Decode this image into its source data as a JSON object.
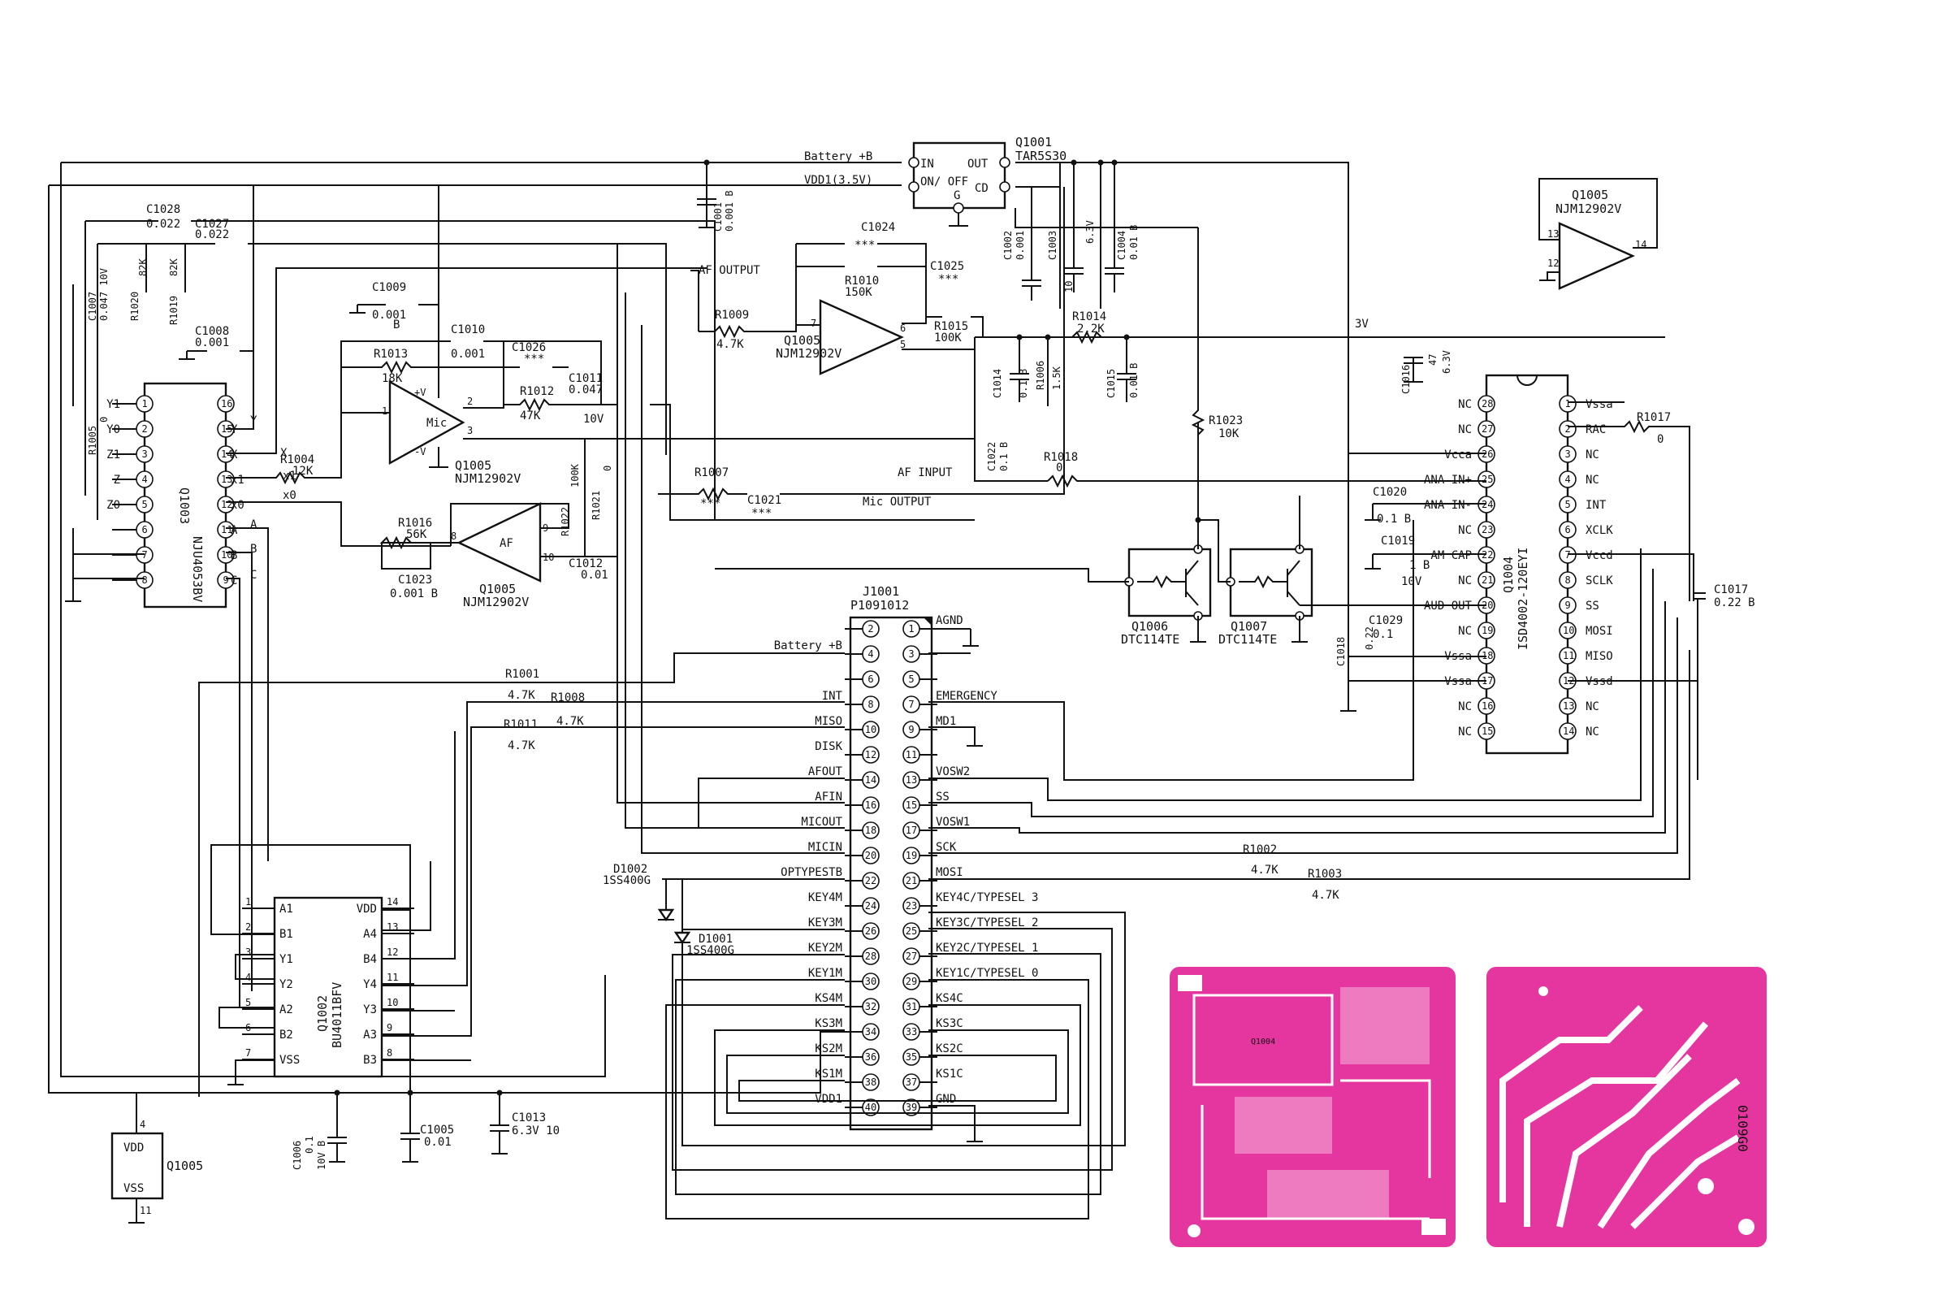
{
  "regulator": {
    "ref": "Q1001",
    "part": "TAR5S30",
    "pins": {
      "in": "IN",
      "onoff": "ON/\nOFF",
      "out": "OUT",
      "cd": "CD",
      "g": "G"
    }
  },
  "nets": {
    "battery": "Battery +B",
    "vdd1": "VDD1(3.5V)",
    "af_output": "AF OUTPUT",
    "af_input": "AF INPUT",
    "mic_output": "Mic OUTPUT",
    "v3": "3V"
  },
  "opamps": {
    "mic": {
      "ref": "Q1005",
      "part": "NJM12902V",
      "label": "Mic",
      "vplus": "+V",
      "vminus": "-V"
    },
    "af": {
      "ref": "Q1005",
      "part": "NJM12902V",
      "label": "AF"
    },
    "mid": {
      "ref": "Q1005",
      "part": "NJM12902V"
    },
    "spare": {
      "ref": "Q1005",
      "part": "NJM12902V"
    },
    "power": {
      "ref": "Q1005",
      "vdd": "VDD",
      "vss": "VSS",
      "pin_vdd": "4",
      "pin_vss": "11"
    }
  },
  "mux": {
    "ref": "Q1003",
    "part": "NJU4053BV",
    "left_pins": [
      {
        "n": "1",
        "name": "Y1"
      },
      {
        "n": "2",
        "name": "Y0"
      },
      {
        "n": "3",
        "name": "Z1"
      },
      {
        "n": "4",
        "name": "Z"
      },
      {
        "n": "5",
        "name": "Z0"
      },
      {
        "n": "6",
        "name": ""
      },
      {
        "n": "7",
        "name": ""
      },
      {
        "n": "8",
        "name": ""
      }
    ],
    "right_pins": [
      {
        "n": "16",
        "name": ""
      },
      {
        "n": "15",
        "name": "Y"
      },
      {
        "n": "14",
        "name": "X"
      },
      {
        "n": "13",
        "name": "x1"
      },
      {
        "n": "12",
        "name": "x0"
      },
      {
        "n": "11",
        "name": "A"
      },
      {
        "n": "10",
        "name": "B"
      },
      {
        "n": "9",
        "name": "C"
      }
    ]
  },
  "logic": {
    "ref": "Q1002",
    "part": "BU4011BFV",
    "left_pins": [
      {
        "n": "1",
        "name": "A1"
      },
      {
        "n": "2",
        "name": "B1"
      },
      {
        "n": "3",
        "name": "Y1"
      },
      {
        "n": "4",
        "name": "Y2"
      },
      {
        "n": "5",
        "name": "A2"
      },
      {
        "n": "6",
        "name": "B2"
      },
      {
        "n": "7",
        "name": "VSS"
      }
    ],
    "right_pins": [
      {
        "n": "14",
        "name": "VDD"
      },
      {
        "n": "13",
        "name": "A4"
      },
      {
        "n": "12",
        "name": "B4"
      },
      {
        "n": "11",
        "name": "Y4"
      },
      {
        "n": "10",
        "name": "Y3"
      },
      {
        "n": "9",
        "name": "A3"
      },
      {
        "n": "8",
        "name": "B3"
      }
    ]
  },
  "connector": {
    "ref": "J1001",
    "part": "P1091012",
    "rows": [
      {
        "l": "",
        "ln": "2",
        "rn": "1",
        "r": "AGND"
      },
      {
        "l": "Battery +B",
        "ln": "4",
        "rn": "3",
        "r": ""
      },
      {
        "l": "",
        "ln": "6",
        "rn": "5",
        "r": ""
      },
      {
        "l": "INT",
        "ln": "8",
        "rn": "7",
        "r": "EMERGENCY"
      },
      {
        "l": "MISO",
        "ln": "10",
        "rn": "9",
        "r": "MD1"
      },
      {
        "l": "DISK",
        "ln": "12",
        "rn": "11",
        "r": ""
      },
      {
        "l": "AFOUT",
        "ln": "14",
        "rn": "13",
        "r": "VOSW2"
      },
      {
        "l": "AFIN",
        "ln": "16",
        "rn": "15",
        "r": "SS"
      },
      {
        "l": "MICOUT",
        "ln": "18",
        "rn": "17",
        "r": "VOSW1"
      },
      {
        "l": "MICIN",
        "ln": "20",
        "rn": "19",
        "r": "SCK"
      },
      {
        "l": "OPTYPESTB",
        "ln": "22",
        "rn": "21",
        "r": "MOSI"
      },
      {
        "l": "KEY4M",
        "ln": "24",
        "rn": "23",
        "r": "KEY4C/TYPESEL 3"
      },
      {
        "l": "KEY3M",
        "ln": "26",
        "rn": "25",
        "r": "KEY3C/TYPESEL 2"
      },
      {
        "l": "KEY2M",
        "ln": "28",
        "rn": "27",
        "r": "KEY2C/TYPESEL 1"
      },
      {
        "l": "KEY1M",
        "ln": "30",
        "rn": "29",
        "r": "KEY1C/TYPESEL 0"
      },
      {
        "l": "KS4M",
        "ln": "32",
        "rn": "31",
        "r": "KS4C"
      },
      {
        "l": "KS3M",
        "ln": "34",
        "rn": "33",
        "r": "KS3C"
      },
      {
        "l": "KS2M",
        "ln": "36",
        "rn": "35",
        "r": "KS2C"
      },
      {
        "l": "KS1M",
        "ln": "38",
        "rn": "37",
        "r": "KS1C"
      },
      {
        "l": "VDD1",
        "ln": "40",
        "rn": "39",
        "r": "GND"
      }
    ]
  },
  "isd": {
    "ref": "Q1004",
    "part": "ISD4002-120EYI",
    "left_pins": [
      {
        "n": "28",
        "name": "NC"
      },
      {
        "n": "27",
        "name": "NC"
      },
      {
        "n": "26",
        "name": "Vcca"
      },
      {
        "n": "25",
        "name": "ANA IN+"
      },
      {
        "n": "24",
        "name": "ANA IN-"
      },
      {
        "n": "23",
        "name": "NC"
      },
      {
        "n": "22",
        "name": "AM CAP"
      },
      {
        "n": "21",
        "name": "NC"
      },
      {
        "n": "20",
        "name": "AUD OUT"
      },
      {
        "n": "19",
        "name": "NC"
      },
      {
        "n": "18",
        "name": "Vssa"
      },
      {
        "n": "17",
        "name": "Vssa"
      },
      {
        "n": "16",
        "name": "NC"
      },
      {
        "n": "15",
        "name": "NC"
      }
    ],
    "right_pins": [
      {
        "n": "1",
        "name": "Vssa"
      },
      {
        "n": "2",
        "name": "RAC"
      },
      {
        "n": "3",
        "name": "NC"
      },
      {
        "n": "4",
        "name": "NC"
      },
      {
        "n": "5",
        "name": "INT"
      },
      {
        "n": "6",
        "name": "XCLK"
      },
      {
        "n": "7",
        "name": "Vccd"
      },
      {
        "n": "8",
        "name": "SCLK"
      },
      {
        "n": "9",
        "name": "SS"
      },
      {
        "n": "10",
        "name": "MOSI"
      },
      {
        "n": "11",
        "name": "MISO"
      },
      {
        "n": "12",
        "name": "Vssd"
      },
      {
        "n": "13",
        "name": "NC"
      },
      {
        "n": "14",
        "name": "NC"
      }
    ]
  },
  "transistors": {
    "q1006": {
      "ref": "Q1006",
      "part": "DTC114TE"
    },
    "q1007": {
      "ref": "Q1007",
      "part": "DTC114TE"
    }
  },
  "diodes": {
    "d1002": {
      "ref": "D1002",
      "part": "1SS400G"
    },
    "d1001": {
      "ref": "D1001",
      "part": "1SS400G"
    }
  },
  "resistors": {
    "r1009": {
      "ref": "R1009",
      "val": "4.7K"
    },
    "r1010": {
      "ref": "R1010",
      "val": "150K"
    },
    "r1015": {
      "ref": "R1015",
      "val": "100K"
    },
    "r1014": {
      "ref": "R1014",
      "val": "2.2K"
    },
    "r1006": {
      "ref": "R1006",
      "val": "1.5K"
    },
    "r1013": {
      "ref": "R1013",
      "val": "18K"
    },
    "r1012": {
      "ref": "R1012",
      "val": "47K"
    },
    "r1004": {
      "ref": "R1004",
      "val": "12K"
    },
    "r1016": {
      "ref": "R1016",
      "val": "56K"
    },
    "r1022": {
      "ref": "R1022",
      "val": "100K"
    },
    "r1021": {
      "ref": "R1021",
      "val": "0"
    },
    "r1020": {
      "ref": "R1020",
      "val": "82K"
    },
    "r1019": {
      "ref": "R1019",
      "val": "82K"
    },
    "r1005": {
      "ref": "R1005",
      "val": "0"
    },
    "r1007": {
      "ref": "R1007",
      "val": "***"
    },
    "r1018": {
      "ref": "R1018",
      "val": "0"
    },
    "r1023": {
      "ref": "R1023",
      "val": "10K"
    },
    "r1017": {
      "ref": "R1017",
      "val": "0"
    },
    "r1001": {
      "ref": "R1001",
      "val": "4.7K"
    },
    "r1008": {
      "ref": "R1008",
      "val": "4.7K"
    },
    "r1011": {
      "ref": "R1011",
      "val": "4.7K"
    },
    "r1002": {
      "ref": "R1002",
      "val": "4.7K"
    },
    "r1003": {
      "ref": "R1003",
      "val": "4.7K"
    }
  },
  "capacitors": {
    "c1001": {
      "ref": "C1001",
      "val": "0.001 B"
    },
    "c1002": {
      "ref": "C1002",
      "val": "0.001"
    },
    "c1003": {
      "ref": "C1003",
      "val": "10",
      "rating": "6.3V"
    },
    "c1004": {
      "ref": "C1004",
      "val": "0.01 B"
    },
    "c1024": {
      "ref": "C1024",
      "val": "***"
    },
    "c1025": {
      "ref": "C1025",
      "val": "***"
    },
    "c1028": {
      "ref": "C1028",
      "val": "0.022"
    },
    "c1027": {
      "ref": "C1027",
      "val": "0.022"
    },
    "c1007": {
      "ref": "C1007",
      "val": "0.047 10V"
    },
    "c1009": {
      "ref": "C1009",
      "val": "0.001",
      "grade": "B"
    },
    "c1008": {
      "ref": "C1008",
      "val": "0.001"
    },
    "c1010": {
      "ref": "C1010",
      "val": "0.001"
    },
    "c1026": {
      "ref": "C1026",
      "val": "***"
    },
    "c1011": {
      "ref": "C1011",
      "val": "0.047",
      "rating": "10V"
    },
    "c1014": {
      "ref": "C1014",
      "val": "0.1 B"
    },
    "c1015": {
      "ref": "C1015",
      "val": "0.01 B"
    },
    "c1022": {
      "ref": "C1022",
      "val": "0.1 B"
    },
    "c1021": {
      "ref": "C1021",
      "val": "***"
    },
    "c1023": {
      "ref": "C1023",
      "val": "0.001 B"
    },
    "c1012": {
      "ref": "C1012",
      "val": "0.01"
    },
    "c1016": {
      "ref": "C1016",
      "val": "47",
      "rating": "6.3V"
    },
    "c1020": {
      "ref": "C1020",
      "val": "0.1 B"
    },
    "c1019": {
      "ref": "C1019",
      "val": "1 B"
    },
    "c1018": {
      "ref": "C1018",
      "val": "0.22"
    },
    "c1029": {
      "ref": "C1029",
      "val": "0.1",
      "rating": "10V"
    },
    "c1017": {
      "ref": "C1017",
      "val": "0.22 B"
    },
    "c1006": {
      "ref": "C1006",
      "val": "0.1",
      "rating": "10V B"
    },
    "c1005": {
      "ref": "C1005",
      "val": "0.01"
    },
    "c1013": {
      "ref": "C1013",
      "val": "6.3V 10"
    }
  },
  "pcb": {
    "top_label": "Q1004",
    "bottom_label": "0109G0"
  },
  "colors": {
    "ink": "#111111",
    "pcb": "#e5359f",
    "paper": "#ffffff"
  }
}
